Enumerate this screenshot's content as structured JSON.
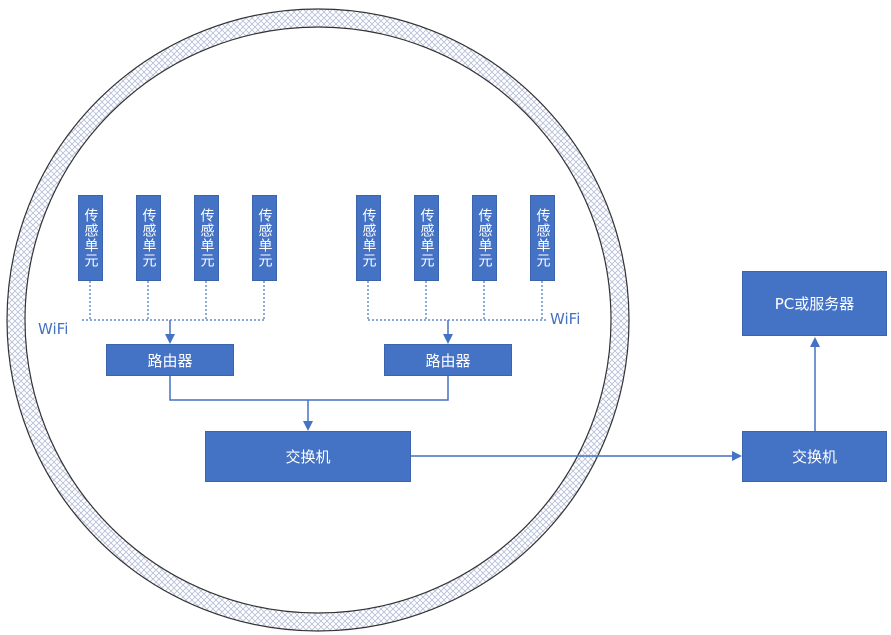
{
  "site": {
    "sensors_left": [
      "传感单元",
      "传感单元",
      "传感单元",
      "传感单元"
    ],
    "sensors_right": [
      "传感单元",
      "传感单元",
      "传感单元",
      "传感单元"
    ],
    "wifi_left": "WiFi",
    "wifi_right": "WiFi",
    "router_left": "路由器",
    "router_right": "路由器",
    "switch": "交换机"
  },
  "remote": {
    "switch": "交换机",
    "server": "PC或服务器"
  },
  "colors": {
    "box_fill": "#4472C4",
    "line": "#4472C4",
    "ring_hatch": "#b4bdd6"
  }
}
